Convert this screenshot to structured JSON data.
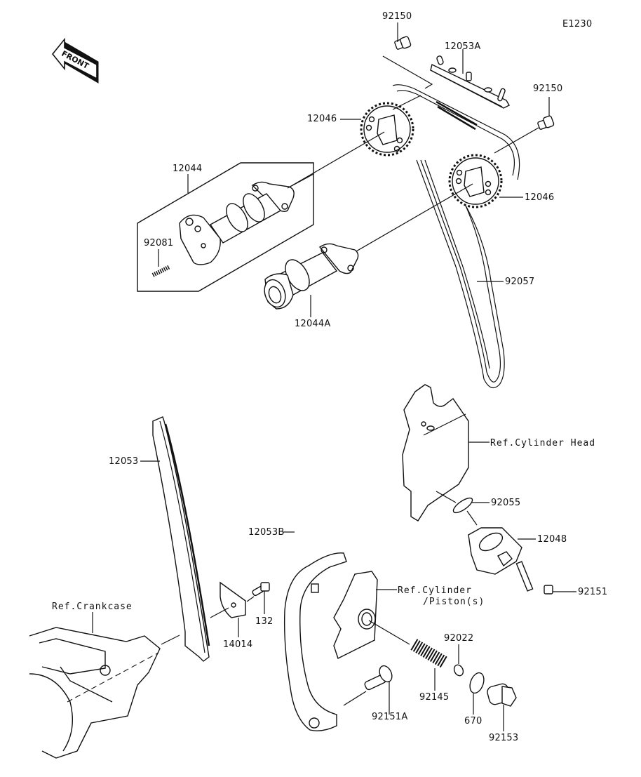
{
  "diagram": {
    "figure_code": "E1230",
    "direction_indicator": "FRONT",
    "parts": [
      {
        "id": "p92150a",
        "number": "92150"
      },
      {
        "id": "p12053A",
        "number": "12053A"
      },
      {
        "id": "p92150b",
        "number": "92150"
      },
      {
        "id": "p12046a",
        "number": "12046"
      },
      {
        "id": "p12044",
        "number": "12044"
      },
      {
        "id": "p12046b",
        "number": "12046"
      },
      {
        "id": "p92081",
        "number": "92081"
      },
      {
        "id": "p92057",
        "number": "92057"
      },
      {
        "id": "p12044A",
        "number": "12044A"
      },
      {
        "id": "p12053",
        "number": "12053"
      },
      {
        "id": "p92055",
        "number": "92055"
      },
      {
        "id": "p12048",
        "number": "12048"
      },
      {
        "id": "p12053B",
        "number": "12053B"
      },
      {
        "id": "p92151",
        "number": "92151"
      },
      {
        "id": "p132",
        "number": "132"
      },
      {
        "id": "p14014",
        "number": "14014"
      },
      {
        "id": "p92022",
        "number": "92022"
      },
      {
        "id": "p92145",
        "number": "92145"
      },
      {
        "id": "p92151A",
        "number": "92151A"
      },
      {
        "id": "p670",
        "number": "670"
      },
      {
        "id": "p92153",
        "number": "92153"
      }
    ],
    "references": {
      "cylinder_head": "Ref.Cylinder Head",
      "cylinder_piston_line1": "Ref.Cylinder",
      "cylinder_piston_line2": "/Piston(s)",
      "crankcase": "Ref.Crankcase"
    }
  }
}
